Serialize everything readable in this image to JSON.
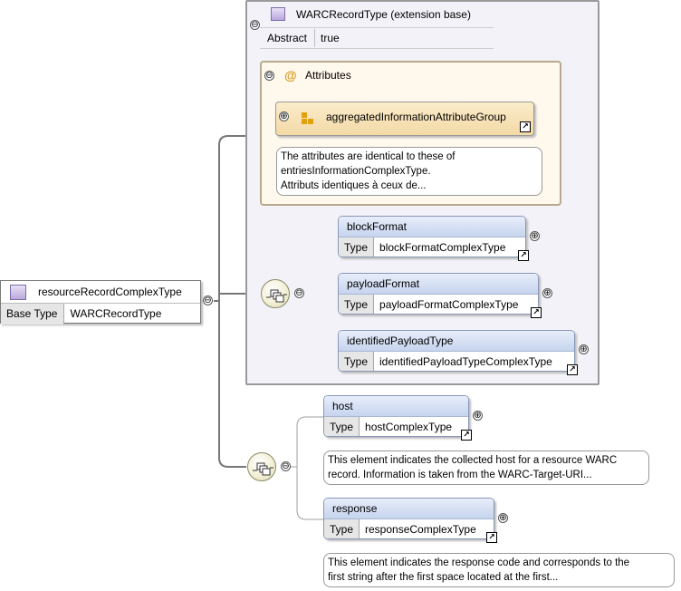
{
  "root": {
    "name": "resourceRecordComplexType",
    "base_label": "Base Type",
    "base_value": "WARCRecordType"
  },
  "extension": {
    "title": "WARCRecordType (extension base)",
    "abstract_label": "Abstract",
    "abstract_value": "true",
    "attributes": {
      "title": "Attributes",
      "group_name": "aggregatedInformationAttributeGroup",
      "note_lines": [
        "The attributes are identical to these of",
        "entriesInformationComplexType.",
        "Attributs identiques à ceux de..."
      ]
    },
    "elements": [
      {
        "name": "blockFormat",
        "type_label": "Type",
        "type_value": "blockFormatComplexType"
      },
      {
        "name": "payloadFormat",
        "type_label": "Type",
        "type_value": "payloadFormatComplexType"
      },
      {
        "name": "identifiedPayloadType",
        "type_label": "Type",
        "type_value": "identifiedPayloadTypeComplexType"
      }
    ]
  },
  "sequence2": {
    "elements": [
      {
        "name": "host",
        "type_label": "Type",
        "type_value": "hostComplexType",
        "note_lines": [
          "This element indicates the collected host for a resource WARC",
          "record. Information is taken from the WARC-Target-URI..."
        ]
      },
      {
        "name": "response",
        "type_label": "Type",
        "type_value": "responseComplexType",
        "note_lines": [
          "This element indicates the response code and corresponds to the",
          "first string after the first space located at the first..."
        ]
      }
    ]
  },
  "icons": {
    "collapse": "⊖",
    "expand": "⊕",
    "link": "↗",
    "attribute": "@"
  }
}
